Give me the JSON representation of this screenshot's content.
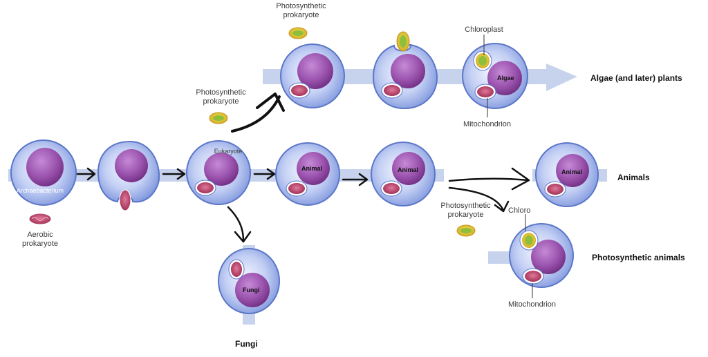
{
  "labels": {
    "photosynthetic_top": "Photosynthetic\nprokaryote",
    "photosynthetic_mid": "Photosynthetic\nprokaryote",
    "photosynthetic_right": "Photosynthetic\nprokaryote",
    "chloroplast": "Chloroplast",
    "chloroplast_cut": "Chloro",
    "mitochondrion_top": "Mitochondrion",
    "mitochondrion_bottom": "Mitochondrion",
    "archaebacterium": "Archaebacterium",
    "aerobic": "Aerobic\nprokaryote",
    "eukaryote": "Eukaryote",
    "animal_1": "Animal",
    "animal_2": "Animal",
    "animal_3": "Animal",
    "algae": "Algae",
    "fungi_inner": "Fungi"
  },
  "outcomes": {
    "algae_plants": "Algae (and later) plants",
    "animals": "Animals",
    "photosynthetic_animals": "Photosynthetic animals",
    "fungi": "Fungi"
  },
  "colors": {
    "cell_fill": "#8fa9e6",
    "cell_edge": "#5a76c8",
    "nucleus": "#8a3f9c",
    "mitochondrion": "#c4456e",
    "chloroplast": "#8fbf3a",
    "band": "#c7d2ec"
  }
}
